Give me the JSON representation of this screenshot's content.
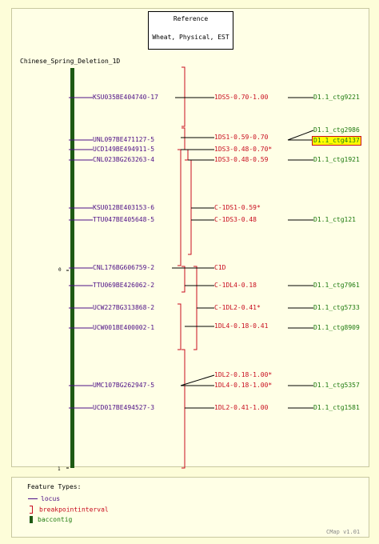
{
  "reference": {
    "title": "Reference",
    "subtitle": "Wheat, Physical, EST"
  },
  "map_title": "Chinese_Spring_Deletion_1D",
  "axis_ticks": [
    "0",
    "1"
  ],
  "loci": [
    "KSU035BE404740-17",
    "UNL097BE471127-5",
    "UCD149BE494911-5",
    "CNL023BG263263-4",
    "KSU012BE403153-6",
    "TTU047BE405648-5",
    "CNL176BG606759-2",
    "TTU069BE426062-2",
    "UCW227BG313868-2",
    "UCW001BE400002-1",
    "UMC107BG262947-5",
    "UCD017BE494527-3"
  ],
  "intervals": [
    "1DS5-0.70-1.00",
    "1DS1-0.59-0.70",
    "1DS3-0.48-0.70*",
    "1DS3-0.48-0.59",
    "C-1DS1-0.59*",
    "C-1DS3-0.48",
    "C1D",
    "C-1DL4-0.18",
    "C-1DL2-0.41*",
    "1DL4-0.18-0.41",
    "1DL2-0.18-1.00*",
    "1DL4-0.18-1.00*",
    "1DL2-0.41-1.00"
  ],
  "contigs": [
    "D1.1_ctg9221",
    "D1.1_ctg2986",
    "D1.1_ctg4137",
    "D1.1_ctg1921",
    "D1.1_ctg121",
    "D1.1_ctg7961",
    "D1.1_ctg5733",
    "D1.1_ctg8909",
    "D1.1_ctg5357",
    "D1.1_ctg1581"
  ],
  "highlighted_contig": "D1.1_ctg4137",
  "legend": {
    "title": "Feature Types:",
    "items": [
      {
        "label": "locus",
        "icon": "locus-line-icon"
      },
      {
        "label": "breakpointinterval",
        "icon": "bracket-icon"
      },
      {
        "label": "baccontig",
        "icon": "contig-bar-icon"
      }
    ]
  },
  "footer": "CMap v1.01",
  "colors": {
    "background": "#fdfdd9",
    "locus": "#4d0f86",
    "interval": "#c80c1e",
    "contig": "#1e7a0f",
    "highlight": "#ffff00",
    "map_bar": "#1e5a14"
  }
}
